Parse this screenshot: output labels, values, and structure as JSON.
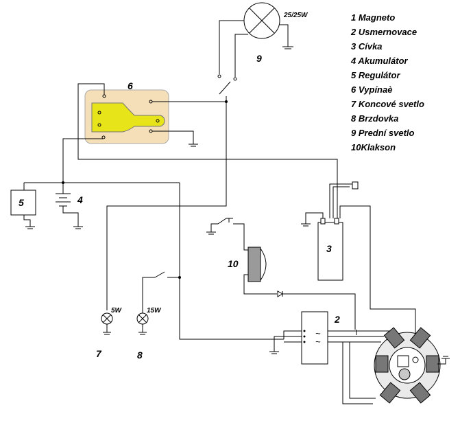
{
  "legend": [
    "1  Magneto",
    "2  Usmernovace",
    "3  Cívka",
    "4  Akumulátor",
    "5  Regulátor",
    "6  Vypínaè",
    "7  Koncové svetlo",
    "8  Brzdovka",
    "9  Prední svetlo",
    "10Klakson"
  ],
  "component_numbers": {
    "n1": "1",
    "n2": "2",
    "n3": "3",
    "n4": "4",
    "n5": "5",
    "n6": "6",
    "n7": "7",
    "n8": "8",
    "n9": "9",
    "n10": "10"
  },
  "ratings": {
    "headlamp": "25/25W",
    "tail": "5W",
    "brake": "15W"
  },
  "rectifier_symbols": [
    "~",
    "~"
  ],
  "colors": {
    "switch_panel": "#f5dfb8",
    "switch_key": "#e8e41a",
    "horn_body": "#9a9a9a",
    "wire": "#000000"
  }
}
